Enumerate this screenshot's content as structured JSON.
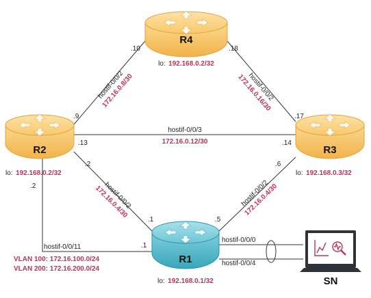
{
  "routers": {
    "r4": {
      "name": "R4",
      "lo_prefix": "lo:",
      "lo_ip": "192.168.0.2/32"
    },
    "r2": {
      "name": "R2",
      "lo_prefix": "lo:",
      "lo_ip": "192.168.0.2/32"
    },
    "r3": {
      "name": "R3",
      "lo_prefix": "lo:",
      "lo_ip": "192.168.0.3/32"
    },
    "r1": {
      "name": "R1",
      "lo_prefix": "lo:",
      "lo_ip": "192.168.0.1/32"
    }
  },
  "sn": {
    "name": "SN"
  },
  "links": {
    "r2_r4": {
      "iface": "hostif-0/0/2",
      "subnet": "172.16.0.8/30",
      "end_r2": ".9",
      "end_r4": ".10"
    },
    "r4_r3": {
      "iface": "hostif-0/0/2",
      "subnet": "172.16.0.16/30",
      "end_r4": ".18",
      "end_r3": ".17"
    },
    "r2_r3": {
      "iface": "hostif-0/0/3",
      "subnet": "172.16.0.12/30",
      "end_r2": ".13",
      "end_r3": ".14"
    },
    "r2_r1": {
      "iface": "hostif-0/0/2",
      "subnet": "172.16.0.4/30",
      "end_r2": ".2",
      "end_r1": ".1"
    },
    "r3_r1": {
      "iface": "hostif-0/0/2",
      "subnet": "172.16.0.4/30",
      "end_r3": ".6",
      "end_r1": ".5"
    },
    "r2_r1_vlan": {
      "iface": "hostif-0/0/11",
      "end_r2": ".2",
      "end_r1": ".1",
      "vlan100": "VLAN 100: 172.16.100.0/24",
      "vlan200": "VLAN 200: 172.16.200.0/24"
    },
    "r1_sn": {
      "iface_a": "hostif-0/0/0",
      "iface_b": "hostif-0/0/4"
    }
  },
  "colors": {
    "router_orange": "#f7c46b",
    "router_teal": "#4cb6c9",
    "accent_label": "#c0305a"
  }
}
